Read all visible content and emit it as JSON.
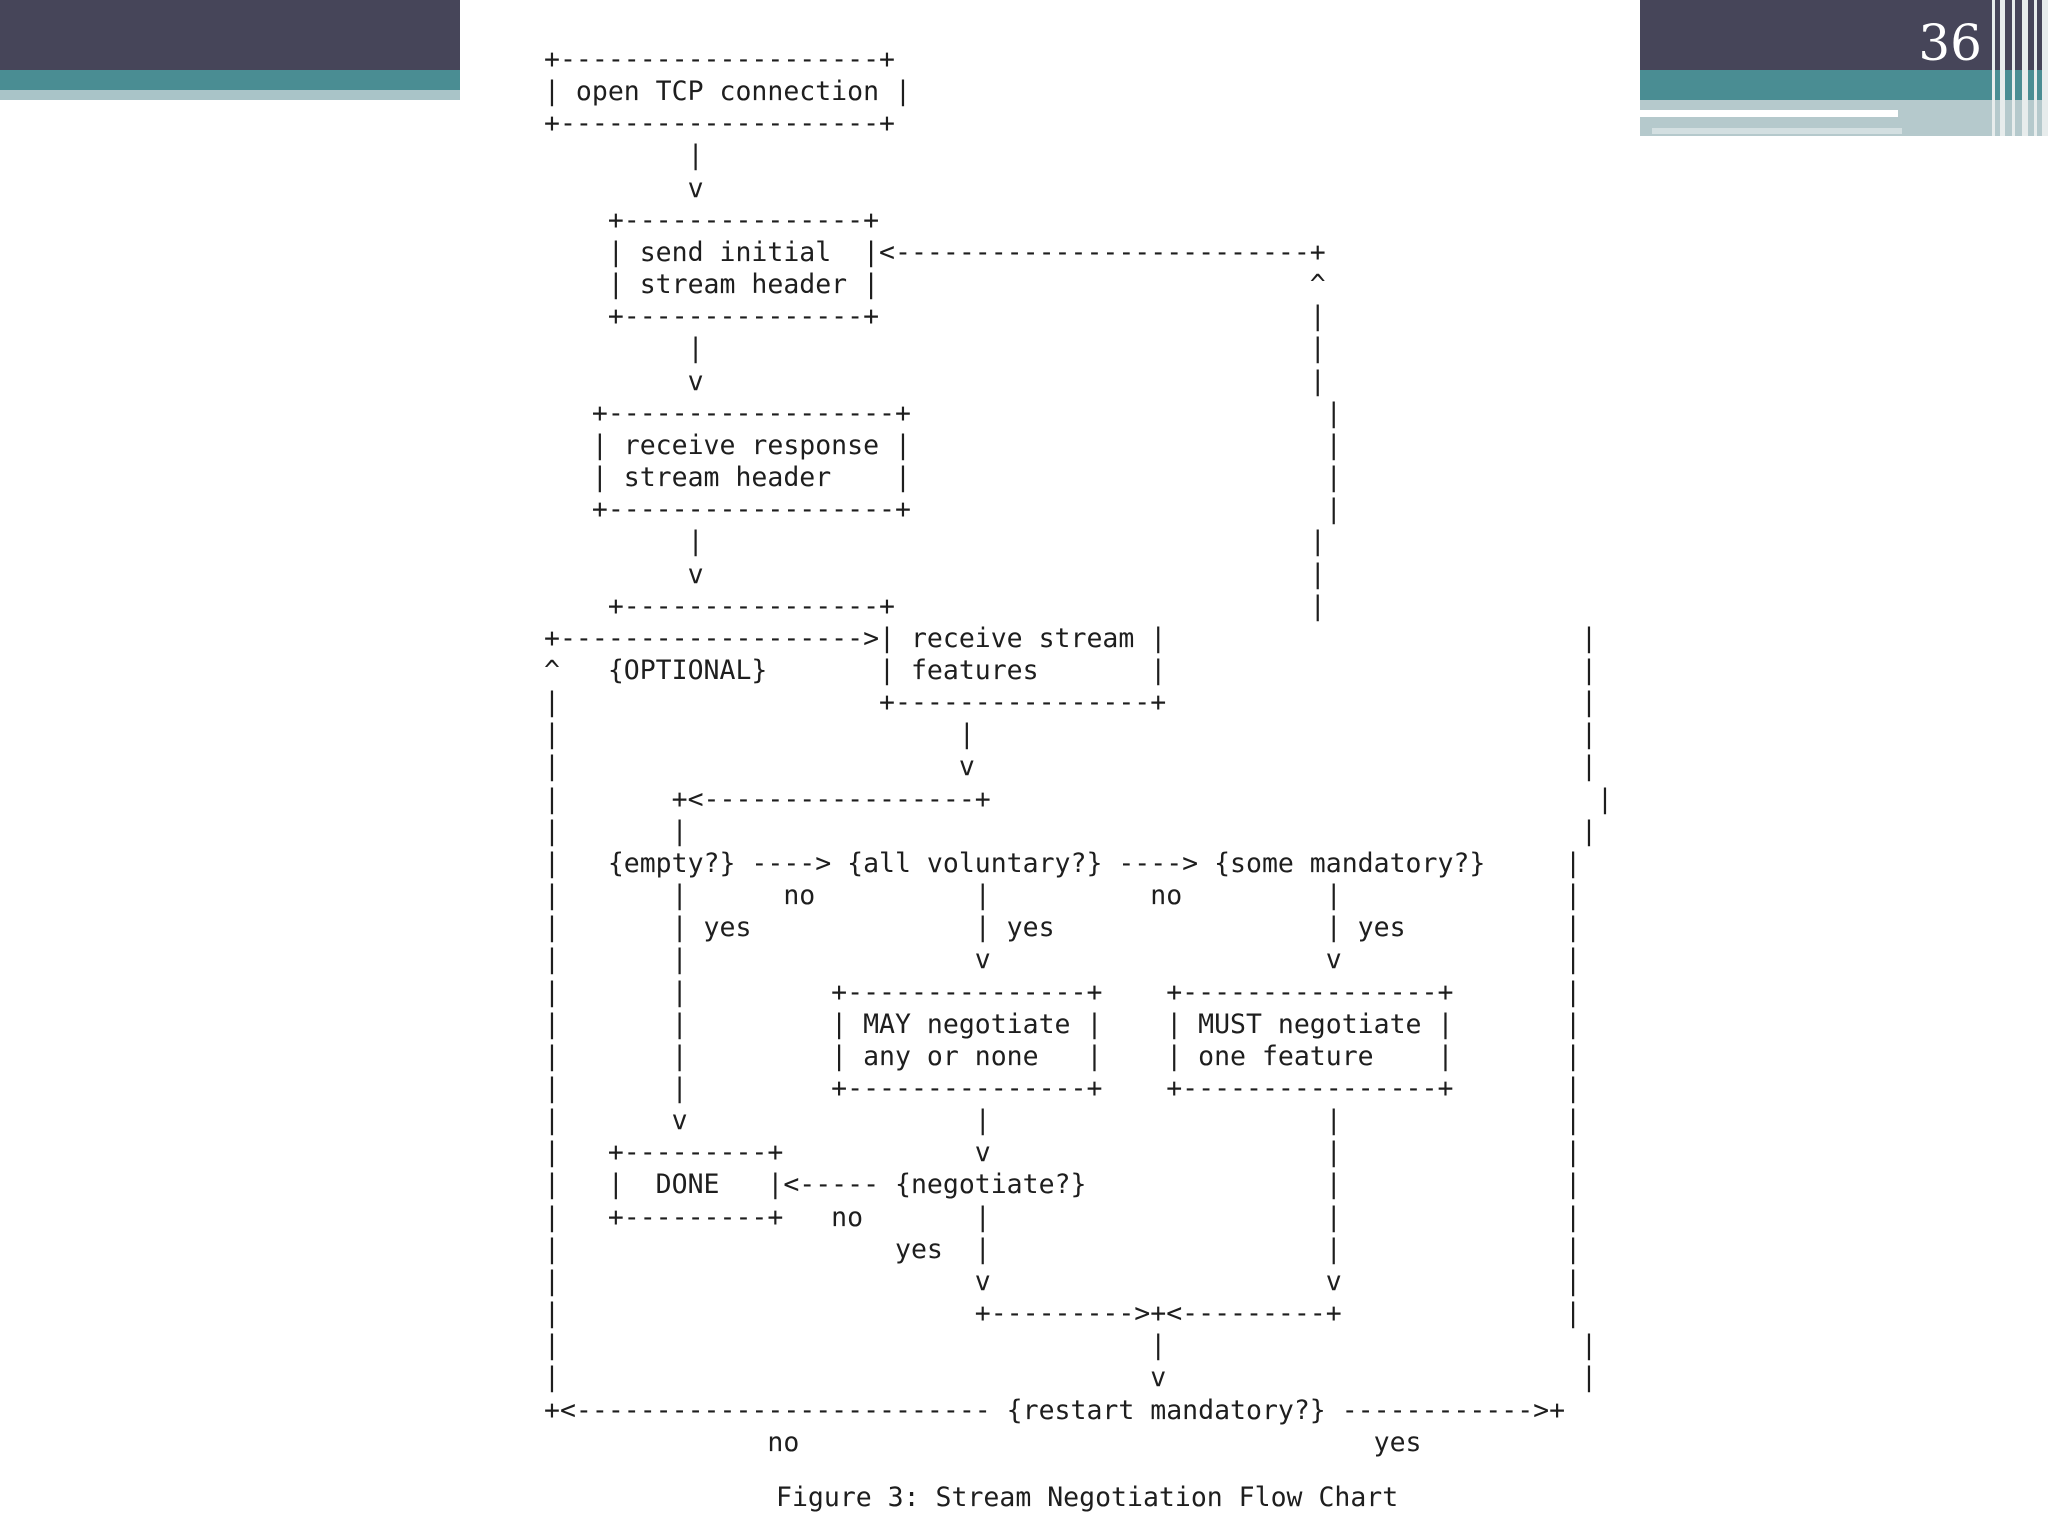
{
  "slide": {
    "number": "36"
  },
  "figure": {
    "flowchart_text": "+--------------------+\n| open TCP connection |\n+--------------------+\n         |\n         v\n    +---------------+\n    | send initial  |<--------------------------+\n    | stream header |                           ^\n    +---------------+                           |\n         |                                      |\n         v                                      |\n   +------------------+                          |\n   | receive response |                          |\n   | stream header    |                          |\n   +------------------+                          |\n         |                                      |\n         v                                      |\n    +----------------+                          |\n+------------------->| receive stream |                          |\n^   {OPTIONAL}       | features       |                          |\n|                    +----------------+                          |\n|                         |                                      |\n|                         v                                      |\n|       +<-----------------+                                      |\n|       |                                                        |\n|   {empty?} ----> {all voluntary?} ----> {some mandatory?}     |\n|       |      no          |          no         |              |\n|       | yes              | yes                 | yes          |\n|       |                  v                     v              |\n|       |         +---------------+    +----------------+       |\n|       |         | MAY negotiate |    | MUST negotiate |       |\n|       |         | any or none   |    | one feature    |       |\n|       |         +---------------+    +----------------+       |\n|       v                  |                     |              |\n|   +---------+            v                     |              |\n|   |  DONE   |<----- {negotiate?}               |              |\n|   +---------+   no       |                     |              |\n|                     yes  |                     |              |\n|                          v                     v              |\n|                          +--------->+<---------+              |\n|                                     |                          |\n|                                     v                          |\n+<-------------------------- {restart mandatory?} ------------>+\n              no                                    yes",
    "caption": "Figure 3: Stream Negotiation Flow Chart"
  }
}
